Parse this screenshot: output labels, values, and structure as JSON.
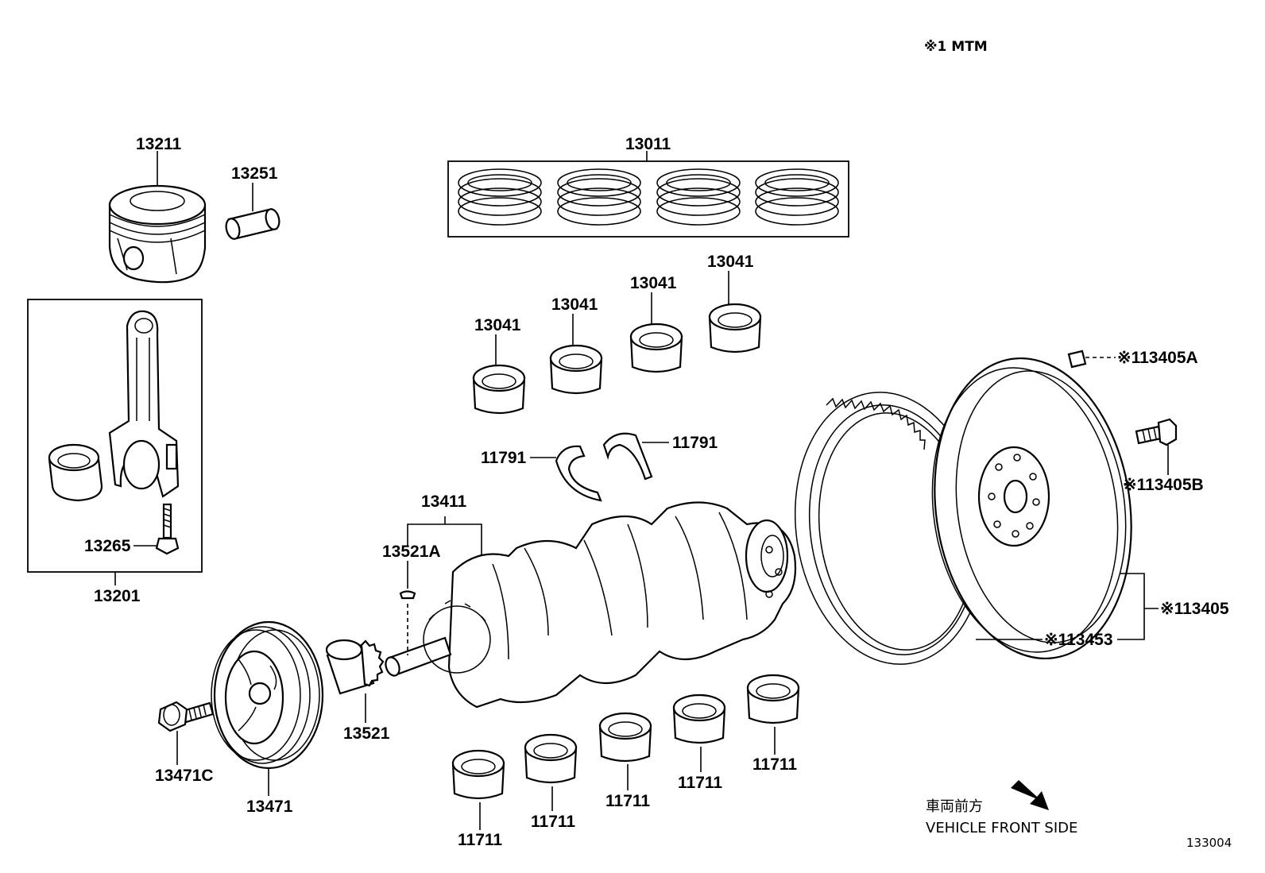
{
  "diagram_code": "133004",
  "notes": {
    "mtm": "※1 MTM"
  },
  "front_direction": {
    "jp": "車両前方",
    "en": "VEHICLE FRONT SIDE"
  },
  "labels": {
    "l13211": "13211",
    "l13251": "13251",
    "l13201": "13201",
    "l13265": "13265",
    "l13011": "13011",
    "l13041a": "13041",
    "l13041b": "13041",
    "l13041c": "13041",
    "l13041d": "13041",
    "l11791a": "11791",
    "l11791b": "11791",
    "l13411": "13411",
    "l13521A": "13521A",
    "l13521": "13521",
    "l13471C": "13471C",
    "l13471": "13471",
    "l11711a": "11711",
    "l11711b": "11711",
    "l11711c": "11711",
    "l11711d": "11711",
    "l11711e": "11711",
    "l13405A": "※113405A",
    "l13405B": "※113405B",
    "l13405": "※113405",
    "l13453": "※113453"
  },
  "icons": [
    "piston",
    "piston-pin",
    "connecting-rod",
    "rod-bearing",
    "rod-bolt",
    "piston-ring-set",
    "crankshaft",
    "thrust-washer",
    "main-bearing",
    "crank-pulley",
    "pulley-bolt",
    "timing-sprocket",
    "woodruff-key",
    "flywheel",
    "ring-gear",
    "flywheel-bolt",
    "dowel-pin",
    "front-arrow"
  ]
}
